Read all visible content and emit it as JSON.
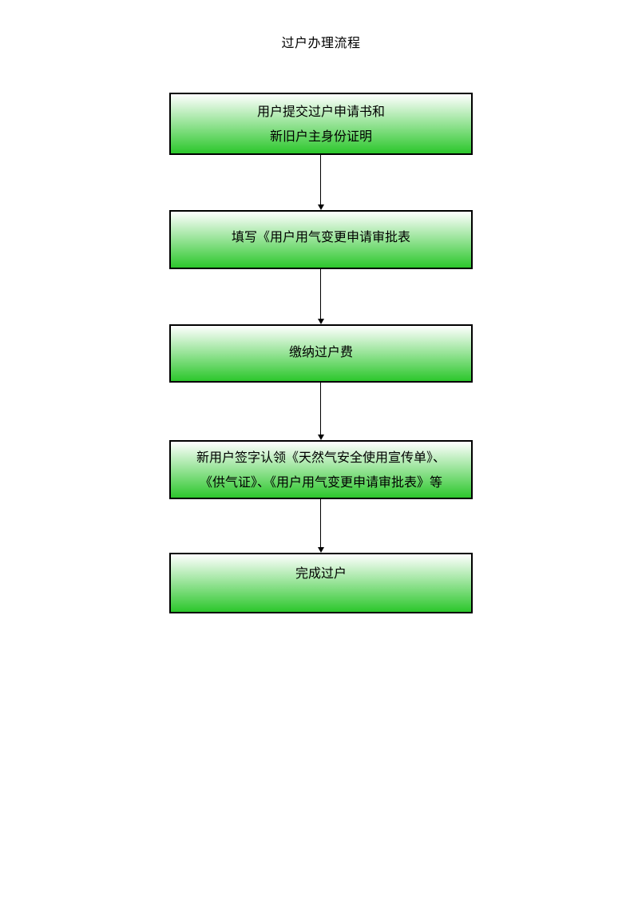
{
  "page": {
    "title": "过户办理流程",
    "background_color": "#ffffff",
    "text_color": "#000000"
  },
  "flowchart": {
    "style": {
      "box_gradient_top": "#ffffff",
      "box_gradient_bottom": "#2cc72c",
      "box_border_color": "#000000",
      "arrow_color": "#000000"
    },
    "steps": [
      {
        "lines": [
          "用户提交过户申请书和",
          "新旧户主身份证明"
        ]
      },
      {
        "lines": [
          "填写《用户用气变更申请审批表"
        ]
      },
      {
        "lines": [
          "缴纳过户费"
        ]
      },
      {
        "lines": [
          "新用户签字认领《天然气安全使用宣传单》、",
          "《供气证》、《用户用气变更申请审批表》等"
        ]
      },
      {
        "lines": [
          "完成过户"
        ]
      }
    ]
  }
}
